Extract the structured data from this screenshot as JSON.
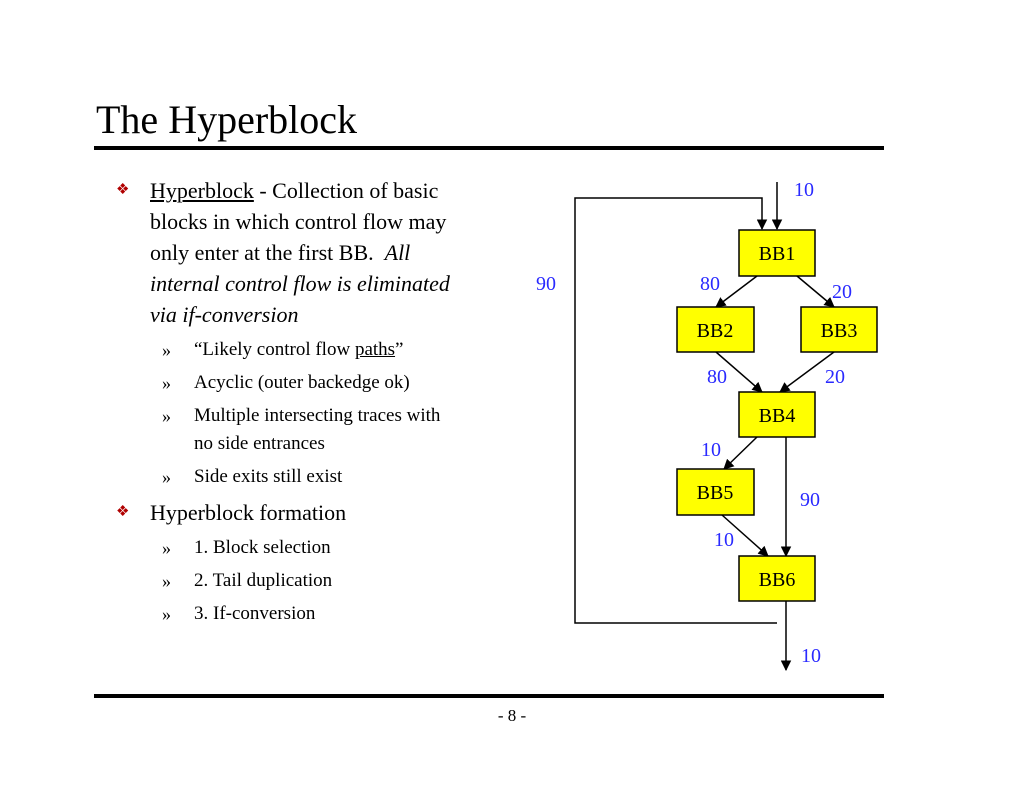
{
  "slide": {
    "title": "The Hyperblock",
    "page": "- 8 -"
  },
  "bullets": {
    "b1": {
      "term": "Hyperblock",
      "rest_line1": " - Collection of basic",
      "line2": "blocks in which control flow may",
      "line3_plain": "only enter at the first BB.",
      "line3_ital": "All",
      "line4": "internal control flow is eliminated",
      "line5": "via if-conversion"
    },
    "s1": {
      "pre": "“Likely control flow ",
      "link": "paths",
      "post": "”"
    },
    "s2": "Acyclic (outer backedge ok)",
    "s3_line1": "Multiple intersecting traces with",
    "s3_line2": "no side entrances",
    "s4": "Side exits still exist",
    "b2": "Hyperblock formation",
    "s5": "1. Block selection",
    "s6": "2. Tail duplication",
    "s7": "3. If-conversion"
  },
  "marks": {
    "diamond": "❖",
    "chevron": "»"
  },
  "diagram": {
    "blocks": [
      "BB1",
      "BB2",
      "BB3",
      "BB4",
      "BB5",
      "BB6"
    ],
    "weights": {
      "entry": "10",
      "backedge": "90",
      "bb1_bb2": "80",
      "bb1_bb3": "20",
      "bb2_bb4": "80",
      "bb3_bb4": "20",
      "bb4_bb5": "10",
      "bb4_bb6": "90",
      "bb5_bb6": "10",
      "exit": "10"
    },
    "colors": {
      "block_fill": "#ffff00",
      "weight_text": "#2a2aff"
    }
  }
}
